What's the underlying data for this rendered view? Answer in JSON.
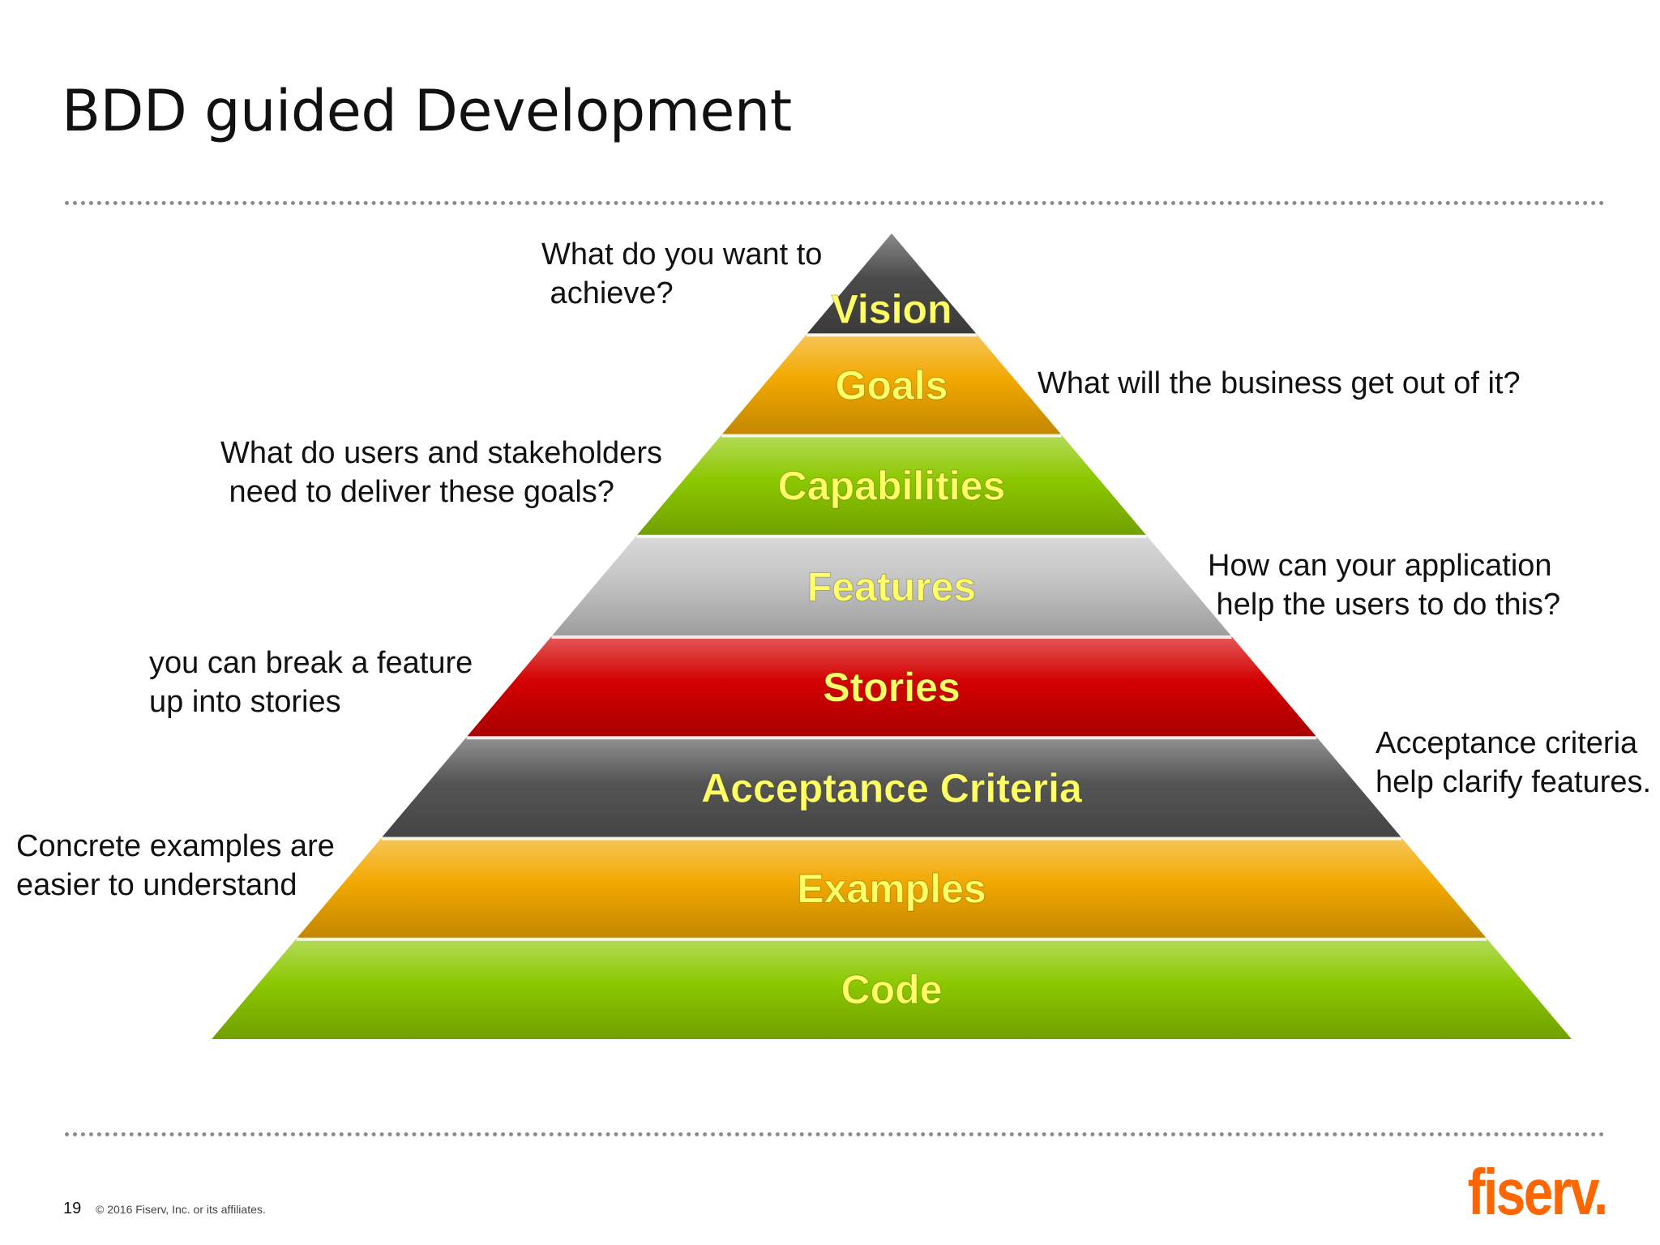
{
  "slide": {
    "title": "BDD guided Development",
    "page_number": "19",
    "copyright": "© 2016 Fiserv, Inc. or its affiliates.",
    "logo": "fiserv."
  },
  "pyramid": {
    "levels": [
      {
        "label": "Vision",
        "color": "#4a4a4a"
      },
      {
        "label": "Goals",
        "color": "#f2a800"
      },
      {
        "label": "Capabilities",
        "color": "#8cc800"
      },
      {
        "label": "Features",
        "color": "#c4c4c4"
      },
      {
        "label": "Stories",
        "color": "#d40000"
      },
      {
        "label": "Acceptance Criteria",
        "color": "#555555"
      },
      {
        "label": "Examples",
        "color": "#f2a800"
      },
      {
        "label": "Code",
        "color": "#8cc800"
      }
    ],
    "label_color": "#ffff66"
  },
  "annotations": {
    "vision": [
      "What do you want to",
      " achieve?"
    ],
    "goals": [
      "What will the business get out of it?"
    ],
    "capabilities": [
      "What do users and stakeholders",
      " need to deliver these goals?"
    ],
    "features": [
      "How can your application",
      " help the users to do this?"
    ],
    "stories": [
      "you can break a feature",
      "up into stories"
    ],
    "acceptance": [
      "Acceptance criteria",
      "help clarify features."
    ],
    "examples": [
      "Concrete examples are",
      "easier to understand"
    ]
  }
}
